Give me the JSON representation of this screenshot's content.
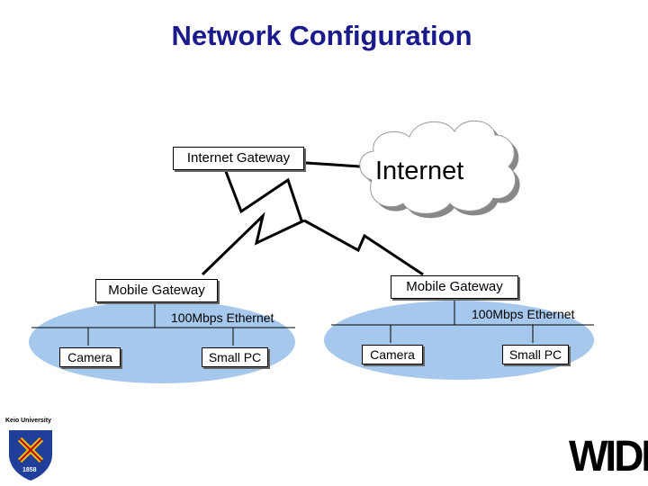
{
  "title": "Network Configuration",
  "internet_gateway": "Internet Gateway",
  "internet": "Internet",
  "left_network": {
    "gateway": "Mobile Gateway",
    "ethernet": "100Mbps Ethernet",
    "camera": "Camera",
    "pc": "Small PC"
  },
  "right_network": {
    "gateway": "Mobile Gateway",
    "ethernet": "100Mbps Ethernet",
    "camera": "Camera",
    "pc": "Small PC"
  },
  "logos": {
    "university": "Keio University",
    "year": "1858",
    "wide": "WIDE"
  },
  "colors": {
    "title": "#1a1a8c",
    "lan_fill": "#a6c8ec",
    "cloud_fill": "#ffffff"
  }
}
